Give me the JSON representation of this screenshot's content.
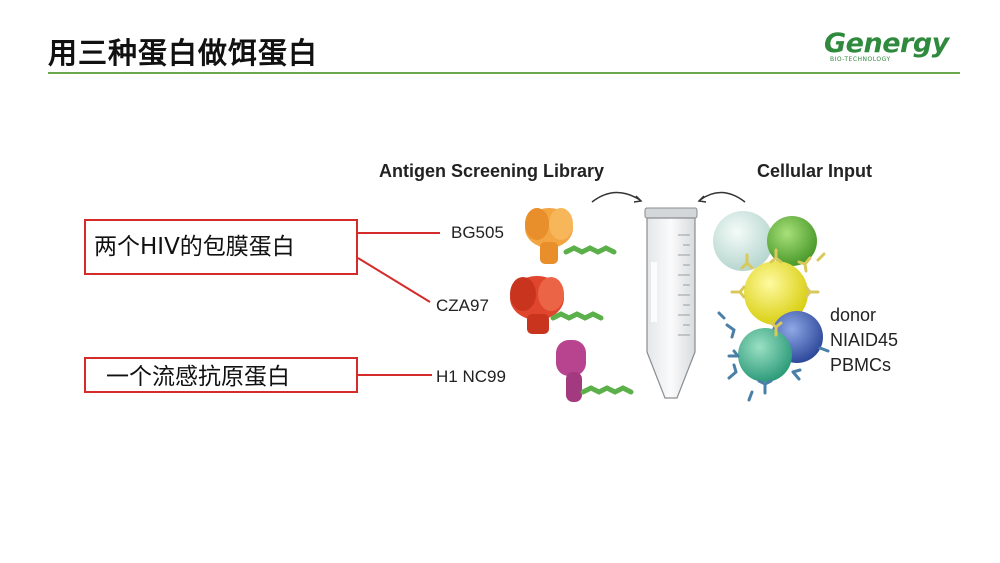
{
  "slide": {
    "title": "用三种蛋白做饵蛋白",
    "logo": {
      "name": "Genergy",
      "subtitle": "BIO-TECHNOLOGY"
    }
  },
  "figure": {
    "library_header": "Antigen Screening Library",
    "cellular_header": "Cellular Input",
    "antigens": [
      "BG505",
      "CZA97",
      "H1 NC99"
    ],
    "donor_lines": [
      "donor",
      "NIAID45",
      "PBMCs"
    ]
  },
  "callouts": [
    {
      "text": "两个HIV的包膜蛋白"
    },
    {
      "text": "一个流感抗原蛋白"
    }
  ],
  "colors": {
    "accent_line": "#6aa84f",
    "callout_red": "#d62b2b",
    "logo_green": "#2f8a3e"
  }
}
